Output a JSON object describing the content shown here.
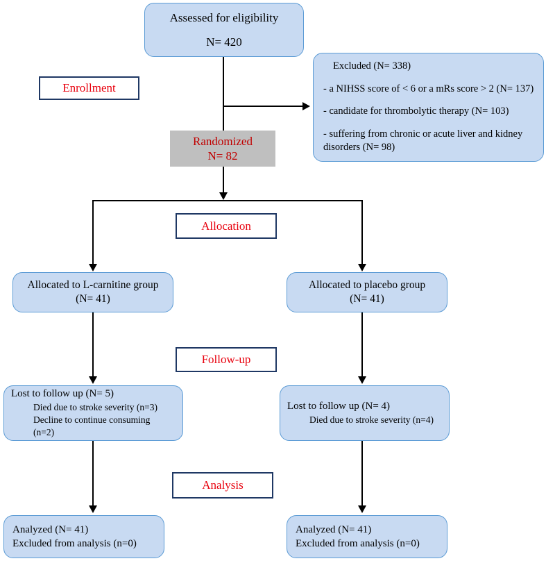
{
  "diagram": {
    "title": "CONSORT participant flow diagram",
    "colors": {
      "box_fill": "#c8daf2",
      "box_border": "#5b9bd5",
      "randomized_fill": "#bfbfbf",
      "stage_label_text": "#e8000d",
      "randomized_text": "#c00000",
      "stage_label_border": "#1f3864",
      "connector": "#000000",
      "body_text": "#000000"
    }
  },
  "stage_labels": {
    "enrollment": "Enrollment",
    "allocation": "Allocation",
    "followup": "Follow-up",
    "analysis": "Analysis"
  },
  "nodes": {
    "assessed": {
      "line1": "Assessed for eligibility",
      "line2": "N= 420"
    },
    "excluded": {
      "line1": "Excluded (N= 338)",
      "line2": "- a NIHSS score of < 6 or a mRs score > 2 (N= 137)",
      "line3": "- candidate for thrombolytic therapy (N= 103)",
      "line4": "- suffering from chronic or acute liver and kidney",
      "line5": "disorders (N= 98)"
    },
    "randomized": {
      "line1": "Randomized",
      "line2": "N= 82"
    },
    "allocated_left": {
      "line1": "Allocated to L-carnitine group",
      "line2": "(N= 41)"
    },
    "allocated_right": {
      "line1": "Allocated to placebo group",
      "line2": "(N= 41)"
    },
    "followup_left": {
      "line1": "Lost to follow up (N= 5)",
      "line2": "Died due to stroke severity (n=3)",
      "line3": "Decline to continue consuming",
      "line4": "(n=2)"
    },
    "followup_right": {
      "line1": "Lost to follow up (N= 4)",
      "line2": "Died due to stroke severity (n=4)"
    },
    "analyzed_left": {
      "line1": "Analyzed (N= 41)",
      "line2": "Excluded from analysis (n=0)"
    },
    "analyzed_right": {
      "line1": "Analyzed (N= 41)",
      "line2": "Excluded from analysis (n=0)"
    }
  }
}
